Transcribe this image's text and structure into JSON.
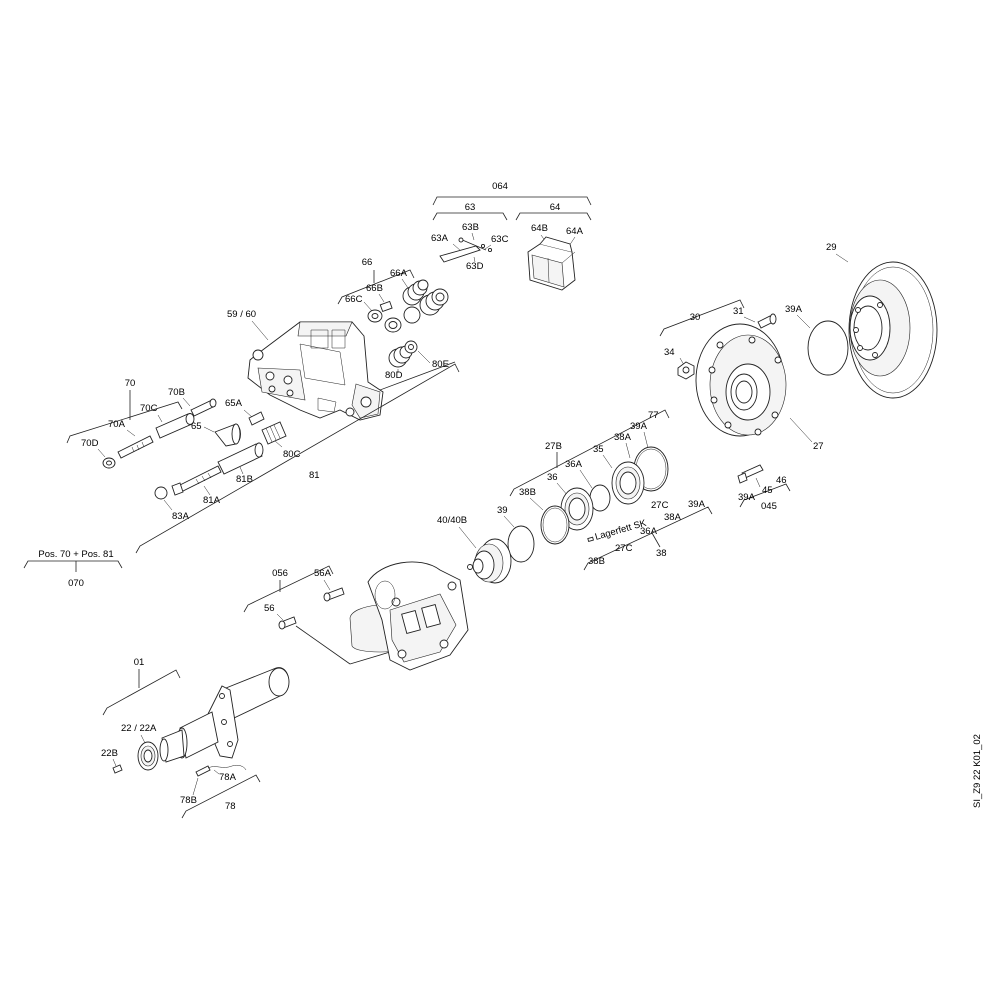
{
  "side_code": "SI_Z9 22 K01_02",
  "labels": {
    "l064": "064",
    "l63": "63",
    "l64": "64",
    "l63A": "63A",
    "l63B": "63B",
    "l63C": "63C",
    "l63D": "63D",
    "l64A": "64A",
    "l64B": "64B",
    "l66": "66",
    "l66A": "66A",
    "l66B": "66B",
    "l66C": "66C",
    "l80D": "80D",
    "l80E": "80E",
    "l5960": "59 / 60",
    "l70": "70",
    "l70A": "70A",
    "l70B": "70B",
    "l70C": "70C",
    "l70D": "70D",
    "l65": "65",
    "l65A": "65A",
    "l80C": "80C",
    "l81": "81",
    "l81A": "81A",
    "l81B": "81B",
    "l83A": "83A",
    "lPos": "Pos. 70 + Pos. 81",
    "l070": "070",
    "l29": "29",
    "l30": "30",
    "l31": "31",
    "l34": "34",
    "l39Atop": "39A",
    "l27": "27",
    "l46": "46",
    "l45": "45",
    "l39A_b": "39A",
    "l045": "045",
    "l77": "77",
    "l27B": "27B",
    "l39A_m": "39A",
    "l38A_m": "38A",
    "l35": "35",
    "l36A_m": "36A",
    "l36": "36",
    "l38B_m": "38B",
    "l39": "39",
    "l4040B": "40/40B",
    "lLager": "Lagerfett SK",
    "l27C_a": "27C",
    "l39A_r": "39A",
    "l38A_r": "38A",
    "l36A_r": "36A",
    "l27C_b": "27C",
    "l38B_b": "38B",
    "l38": "38",
    "l056": "056",
    "l56A": "56A",
    "l56": "56",
    "l01": "01",
    "l2222A": "22 / 22A",
    "l22B": "22B",
    "l78A": "78A",
    "l78B": "78B",
    "l78": "78"
  }
}
